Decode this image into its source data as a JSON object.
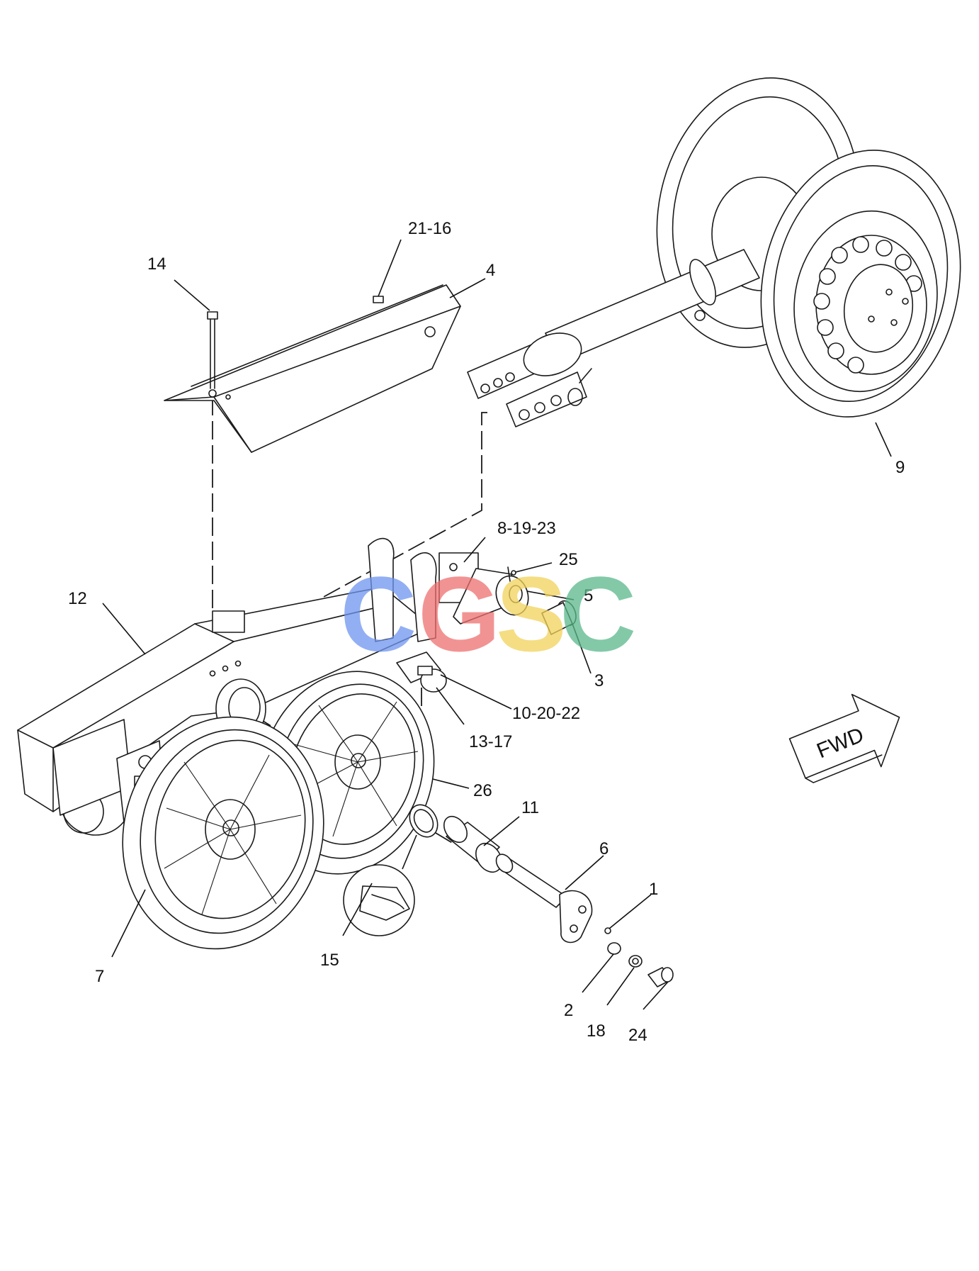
{
  "diagram": {
    "callouts": {
      "c1": "1",
      "c2": "2",
      "c3": "3",
      "c4": "4",
      "c5": "5",
      "c6": "6",
      "c7": "7",
      "c9": "9",
      "c11": "11",
      "c12": "12",
      "c14": "14",
      "c15": "15",
      "c18": "18",
      "c24": "24",
      "c25": "25",
      "c26": "26",
      "c8_19_23": "8-19-23",
      "c10_20_22": "10-20-22",
      "c13_17": "13-17",
      "c21_16": "21-16"
    },
    "direction_arrow": {
      "label": "FWD"
    },
    "watermark": {
      "letters": [
        "C",
        "G",
        "S",
        "C"
      ],
      "colors": [
        "#6f95f0",
        "#ee6f6f",
        "#f2d25a",
        "#5ab88a"
      ]
    }
  }
}
